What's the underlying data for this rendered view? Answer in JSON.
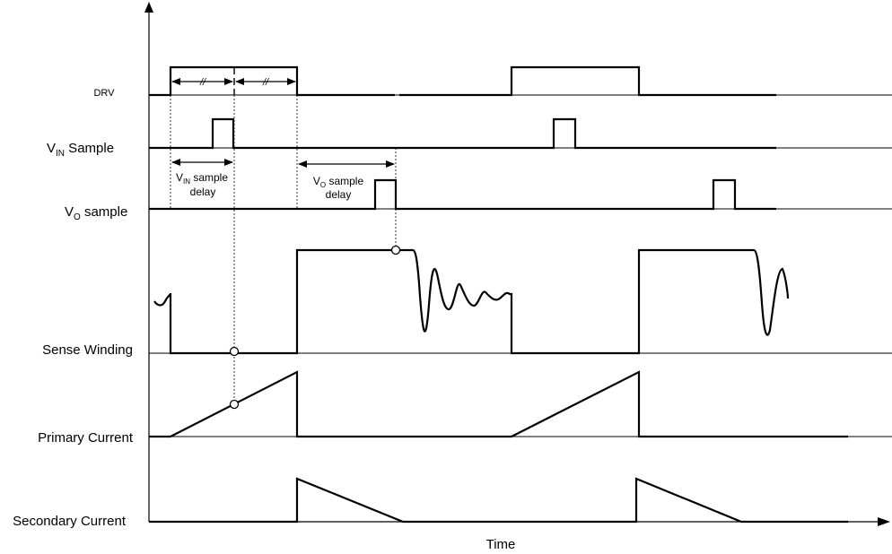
{
  "signals": {
    "drv": "DRV",
    "vin_sample": {
      "main": "V",
      "sub": "IN",
      "rest": " Sample"
    },
    "vo_sample": {
      "main": "V",
      "sub": "O",
      "rest": " sample"
    },
    "sense_winding": "Sense Winding",
    "primary_current": "Primary Current",
    "secondary_current": "Secondary Current"
  },
  "annotations": {
    "half_period_mark": "//",
    "vin_delay": {
      "main": "V",
      "sub": "IN",
      "rest": " sample",
      "line2": "delay"
    },
    "vo_delay": {
      "main": "V",
      "sub": "O",
      "rest": " sample",
      "line2": "delay"
    }
  },
  "axis": {
    "x_label": "Time"
  }
}
